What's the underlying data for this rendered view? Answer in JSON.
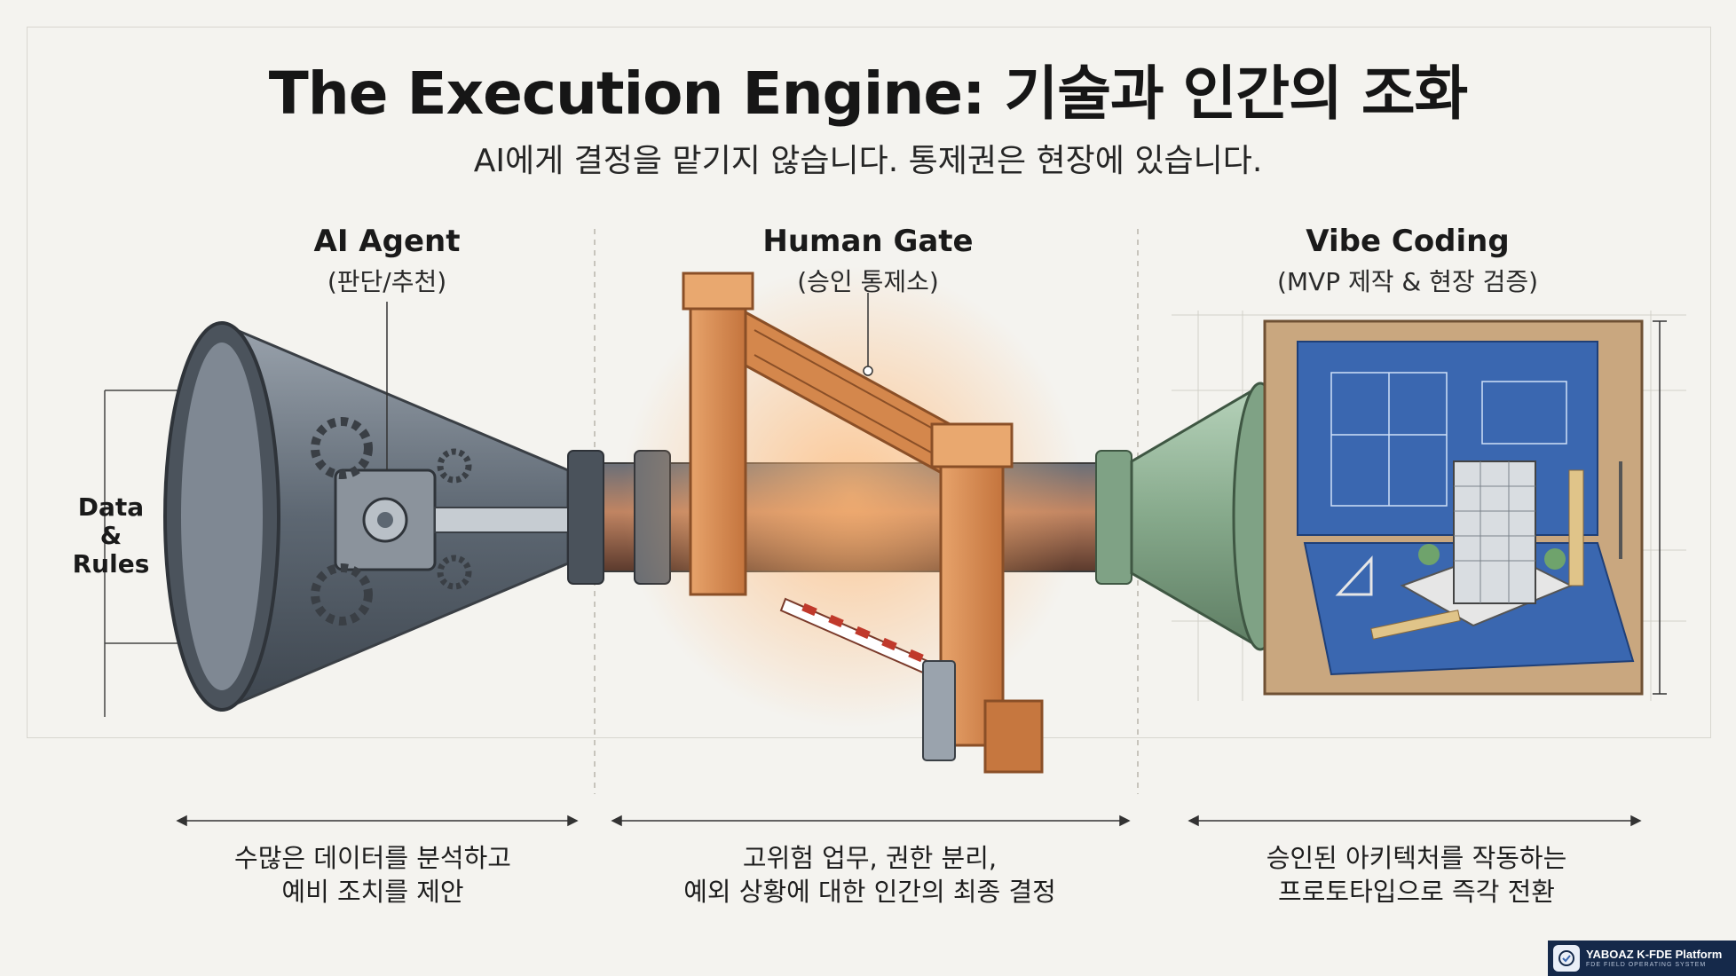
{
  "title": "The Execution Engine: 기술과 인간의 조화",
  "subtitle": "AI에게 결정을 맡기지 않습니다. 통제권은 현장에 있습니다.",
  "input_label": [
    "Data",
    "&",
    "Rules"
  ],
  "stages": [
    {
      "name": "AI Agent",
      "sub": "(판단/추천)",
      "caption": [
        "수많은 데이터를 분석하고",
        "예비 조치를 제안"
      ],
      "color": "#5a6470"
    },
    {
      "name": "Human Gate",
      "sub": "(승인 통제소)",
      "caption": [
        "고위험 업무, 권한 분리,",
        "예외 상황에 대한 인간의 최종 결정"
      ],
      "color": "#d98a4e"
    },
    {
      "name": "Vibe Coding",
      "sub": "(MVP 제작 & 현장 검증)",
      "caption": [
        "승인된 아키텍처를 작동하는",
        "프로토타입으로 즉각 전환"
      ],
      "color": "#8fb394"
    }
  ],
  "badge": {
    "title": "YABOAZ K-FDE Platform",
    "sub": "FDE FIELD OPERATING SYSTEM"
  },
  "colors": {
    "steel": "#6b7581",
    "copper": "#d98a4e",
    "green": "#8fb394",
    "blueprint": "#3a67b0",
    "wood": "#c9a77f"
  }
}
